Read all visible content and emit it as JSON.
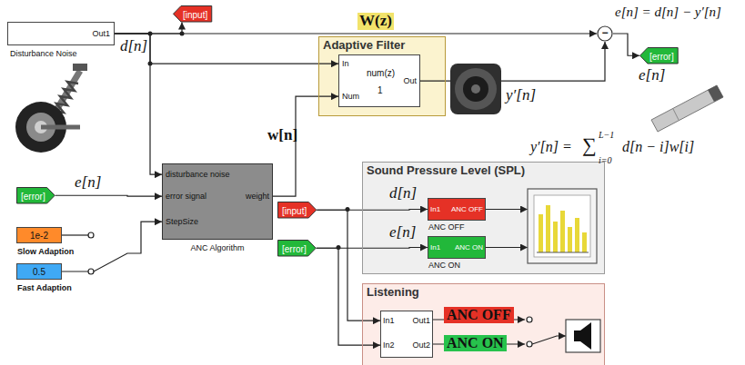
{
  "diagram": {
    "nodes": [
      {
        "text": [
          "Out1",
          "Disturbance Noise"
        ]
      },
      {
        "text": [
          "[input]"
        ]
      },
      {
        "text": [
          "Adaptive Filter"
        ]
      },
      {
        "text": [
          "In",
          "Num",
          "num(z)",
          "1",
          "Out"
        ],
        "in": 2
      },
      {
        "text": [
          "−"
        ]
      },
      {
        "text": [
          "[error]"
        ]
      },
      {
        "text": [
          "[error]"
        ]
      },
      {
        "text": [
          "1e-2",
          "Slow Adaption"
        ]
      },
      {
        "text": [
          "0.5",
          "Fast Adaption"
        ]
      },
      {
        "text": [
          "disturbance noise",
          "error signal",
          "StepSize",
          "weight",
          "ANC Algorithm"
        ]
      },
      {
        "text": [
          "Sound Pressure Level (SPL)"
        ]
      },
      {
        "text": [
          "[input]"
        ]
      },
      {
        "text": [
          "[error]"
        ]
      },
      {
        "text": [
          "In1",
          "ANC OFF",
          "ANC OFF"
        ],
        "in": 10
      },
      {
        "text": [
          "In1",
          "ANC ON",
          "ANC ON"
        ],
        "in": 10
      },
      {
        "text": [
          "Listening"
        ]
      },
      {
        "text": [
          "In1",
          "Out1",
          "In2",
          "Out2"
        ],
        "in": 15
      }
    ],
    "edges": [
      {
        "from": 0,
        "to": 1,
        "arrow": "to"
      },
      {
        "from": 0,
        "to": 4,
        "arrow": "to"
      },
      {
        "from": 0,
        "to": 3,
        "arrow": "to"
      },
      {
        "from": 0,
        "to": 9,
        "arrow": "to"
      },
      {
        "from": 3,
        "to": 4,
        "arrow": "to"
      },
      {
        "from": 4,
        "to": 5,
        "arrow": "to"
      },
      {
        "from": 9,
        "to": 3,
        "arrow": "to"
      },
      {
        "from": 6,
        "to": 9,
        "arrow": "to"
      },
      {
        "from": 8,
        "to": 9,
        "arrow": "to"
      },
      {
        "from": 11,
        "to": 13,
        "arrow": "to"
      },
      {
        "from": 11,
        "to": 16,
        "arrow": "to"
      },
      {
        "from": 12,
        "to": 14,
        "arrow": "to"
      },
      {
        "from": 12,
        "to": 16,
        "arrow": "to"
      }
    ],
    "labels": [
      "W(z)",
      "d[n]",
      "e[n] = d[n] − y′[n]",
      "e[n]",
      "y′[n]",
      "y′[n] =",
      "∑",
      "L−1",
      "i=0",
      "d[n − i]w[i]",
      "w[n]",
      "e[n]",
      "d[n]",
      "e[n]",
      "ANC OFF",
      "ANC ON"
    ]
  }
}
